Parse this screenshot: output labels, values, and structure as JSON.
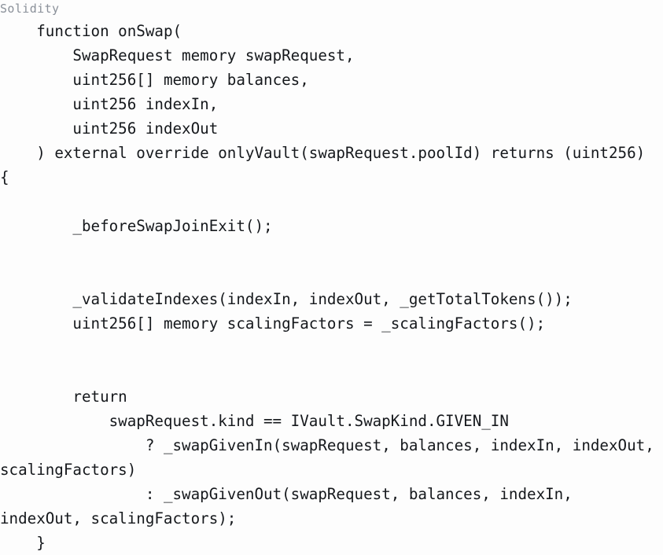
{
  "code_block": {
    "language_label": "Solidity",
    "label_color": "#8a9099",
    "background_color": "#fdfdfd",
    "text_color": "#15181c",
    "lines": [
      "    function onSwap(",
      "        SwapRequest memory swapRequest,",
      "        uint256[] memory balances,",
      "        uint256 indexIn,",
      "        uint256 indexOut",
      "    ) external override onlyVault(swapRequest.poolId) returns (uint256)",
      "{",
      "",
      "        _beforeSwapJoinExit();",
      "",
      "",
      "        _validateIndexes(indexIn, indexOut, _getTotalTokens());",
      "        uint256[] memory scalingFactors = _scalingFactors();",
      "",
      "",
      "        return",
      "            swapRequest.kind == IVault.SwapKind.GIVEN_IN",
      "                ? _swapGivenIn(swapRequest, balances, indexIn, indexOut, scalingFactors)",
      "                : _swapGivenOut(swapRequest, balances, indexIn, indexOut, scalingFactors);",
      "    }"
    ],
    "full_text": "    function onSwap(\n        SwapRequest memory swapRequest,\n        uint256[] memory balances,\n        uint256 indexIn,\n        uint256 indexOut\n    ) external override onlyVault(swapRequest.poolId) returns (uint256)\n{\n\n        _beforeSwapJoinExit();\n\n\n        _validateIndexes(indexIn, indexOut, _getTotalTokens());\n        uint256[] memory scalingFactors = _scalingFactors();\n\n\n        return\n            swapRequest.kind == IVault.SwapKind.GIVEN_IN\n                ? _swapGivenIn(swapRequest, balances, indexIn, indexOut, scalingFactors)\n                : _swapGivenOut(swapRequest, balances, indexIn, indexOut, scalingFactors);\n    }"
  }
}
